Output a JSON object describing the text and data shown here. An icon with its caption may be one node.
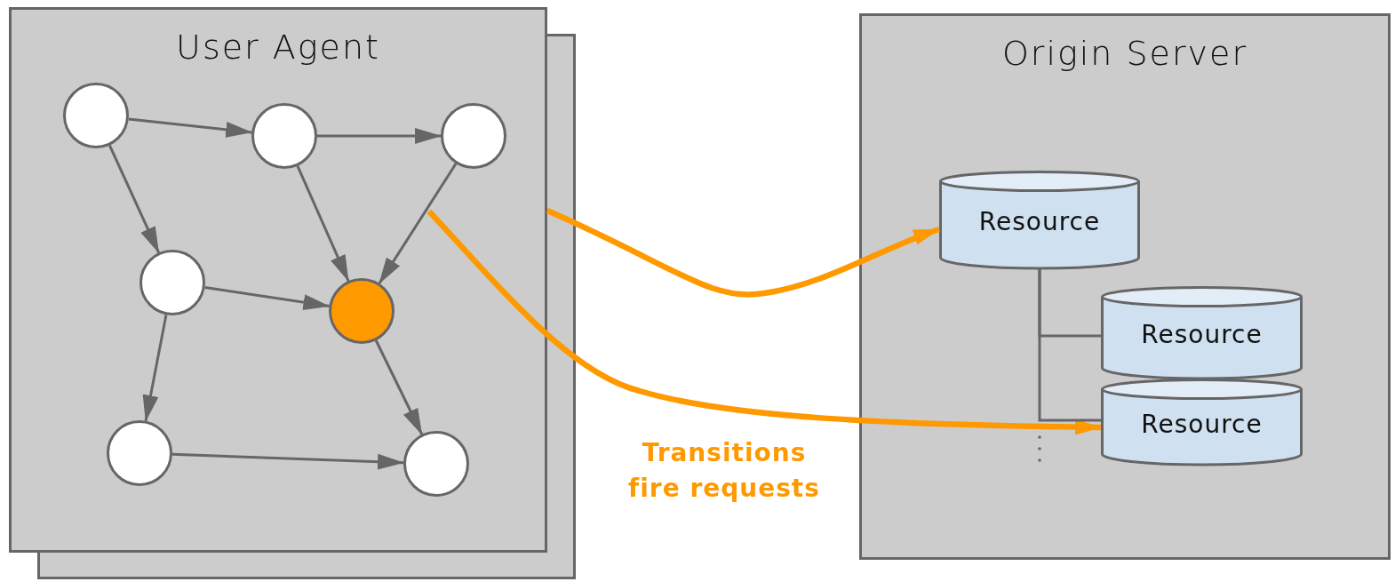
{
  "diagram": {
    "nodes": [
      {
        "text": [
          "User Agent"
        ]
      },
      {
        "text": [],
        "shape": "circle",
        "in": 0
      },
      {
        "text": [],
        "shape": "circle",
        "in": 0
      },
      {
        "text": [],
        "shape": "circle",
        "in": 0
      },
      {
        "text": [],
        "shape": "circle",
        "in": 0
      },
      {
        "text": [],
        "shape": "circle",
        "in": 0
      },
      {
        "text": [],
        "shape": "circle",
        "in": 0
      },
      {
        "text": [],
        "shape": "circle",
        "in": 0
      },
      {
        "text": [
          "Origin Server"
        ]
      },
      {
        "text": [
          "Resource"
        ],
        "in": 8
      },
      {
        "text": [
          "Resource"
        ],
        "in": 8
      },
      {
        "text": [
          "Resource"
        ],
        "in": 8
      }
    ],
    "edges": [
      {
        "from": 1,
        "to": 2,
        "arrow": "to"
      },
      {
        "from": 2,
        "to": 3,
        "arrow": "to"
      },
      {
        "from": 1,
        "to": 4,
        "arrow": "to"
      },
      {
        "from": 2,
        "to": 5,
        "arrow": "to"
      },
      {
        "from": 3,
        "to": 5,
        "arrow": "to"
      },
      {
        "from": 4,
        "to": 5,
        "arrow": "to"
      },
      {
        "from": 4,
        "to": 6,
        "arrow": "to"
      },
      {
        "from": 5,
        "to": 7,
        "arrow": "to"
      },
      {
        "from": 6,
        "to": 7,
        "arrow": "to"
      },
      {
        "from": 0,
        "to": 9,
        "arrow": "to",
        "style": "thick",
        "color": "#ff9900"
      },
      {
        "from": null,
        "to": 11,
        "arrow": "to",
        "style": "thick",
        "color": "#ff9900"
      },
      {
        "from": 9,
        "to": 10,
        "arrow": "none"
      },
      {
        "from": 9,
        "to": 11,
        "arrow": "none"
      }
    ],
    "labels": [
      "Transitions fire requests"
    ]
  }
}
